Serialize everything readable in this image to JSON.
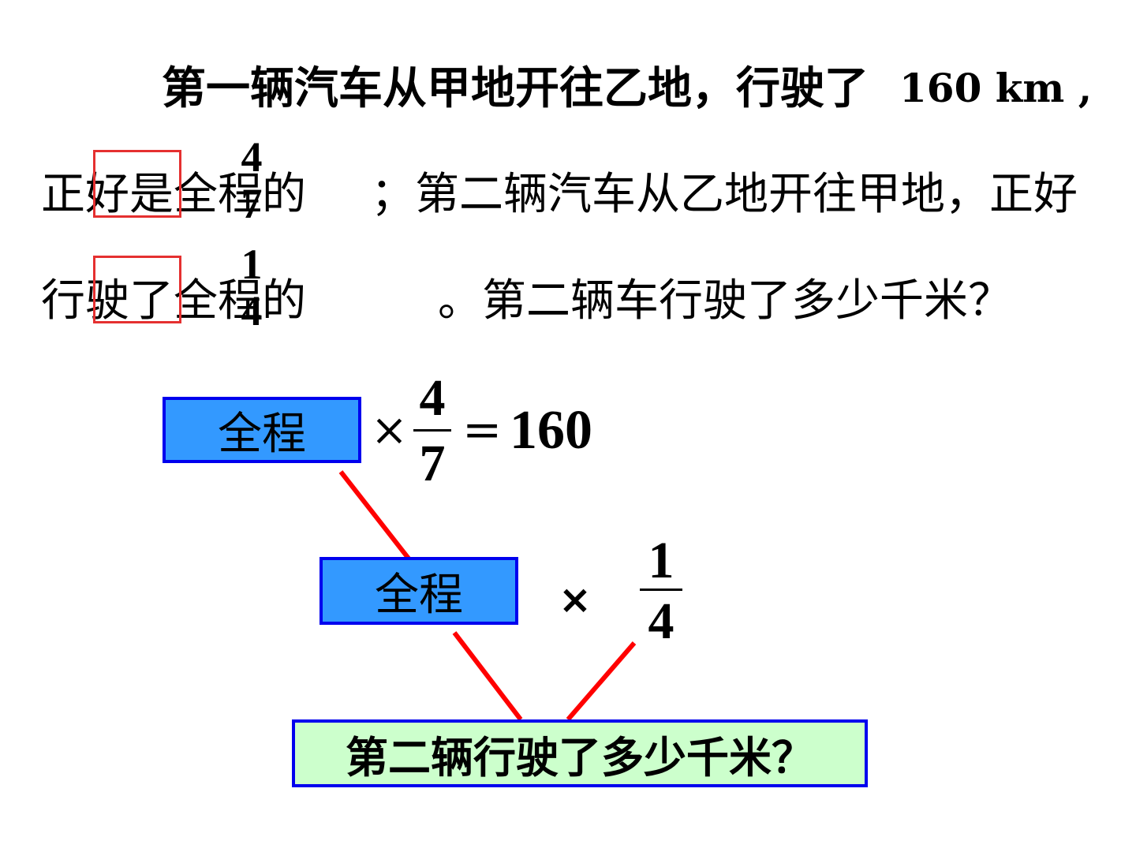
{
  "problem": {
    "line1": "第一辆汽车从甲地开往乙地，行驶了",
    "distance": "160 km ,",
    "line2_start": "正好是全程的",
    "frac1_num": "4",
    "frac1_den": "7",
    "line2_end": "；第二辆汽车从乙地开往甲地，正好",
    "line3_start": "行驶了全程的",
    "frac2_num": "1",
    "frac2_den": "4",
    "line3_end": "。第二辆车行驶了多少千米？"
  },
  "diagram": {
    "box1_label": "全程",
    "times_symbol": "×",
    "eq_frac_num": "4",
    "eq_frac_den": "7",
    "equals": "=",
    "eq_result": "160",
    "box2_label": "全程",
    "times_symbol2": "×",
    "frac_num": "1",
    "frac_den": "4",
    "result_label": "第二辆行驶了多少千米？"
  },
  "colors": {
    "highlight_box": "#e53030",
    "connector": "#ff0000",
    "blue_box_fill": "#3399ff",
    "blue_box_border": "#0000ee",
    "green_box_fill": "#ccffcc"
  }
}
